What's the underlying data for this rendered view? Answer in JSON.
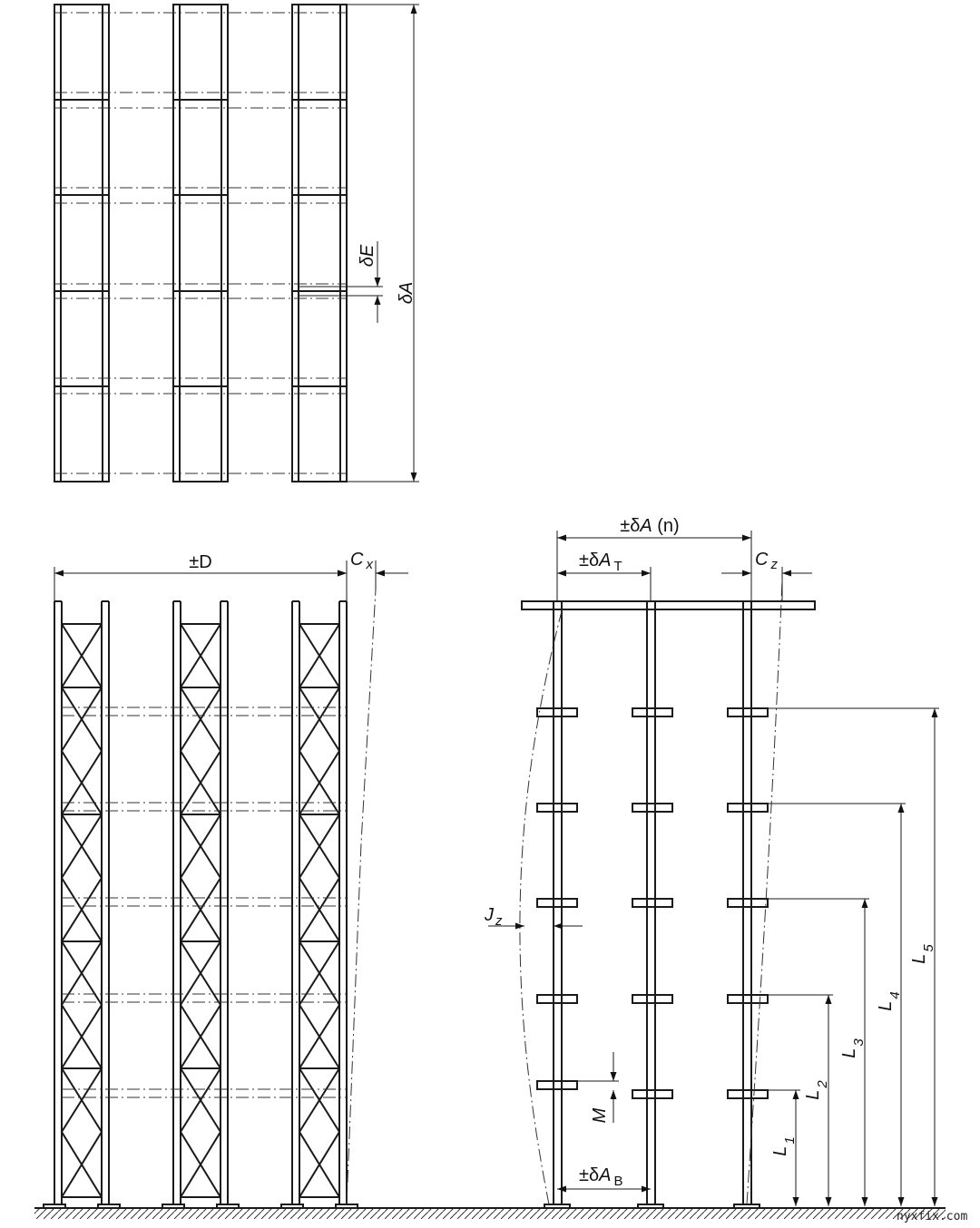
{
  "labels": {
    "dE": "δE",
    "dA": "δA",
    "D": "±D",
    "Cx": "C",
    "Cx_sub": "x",
    "dAn_pre": "±δ",
    "dAn_it": "A",
    "dAn_post": " (n)",
    "dAT_pre": "±δ",
    "dAT_it": "A",
    "dAT_sub": "T",
    "Cz": "C",
    "Cz_sub": "z",
    "Jz": "J",
    "Jz_sub": "z",
    "M": "M",
    "dAB_pre": "±δ",
    "dAB_it": "A",
    "dAB_sub": "B",
    "L": "L",
    "L1_sub": "1",
    "L2_sub": "2",
    "L3_sub": "3",
    "L4_sub": "4",
    "L5_sub": "5"
  },
  "watermark": "nyxfix.com"
}
